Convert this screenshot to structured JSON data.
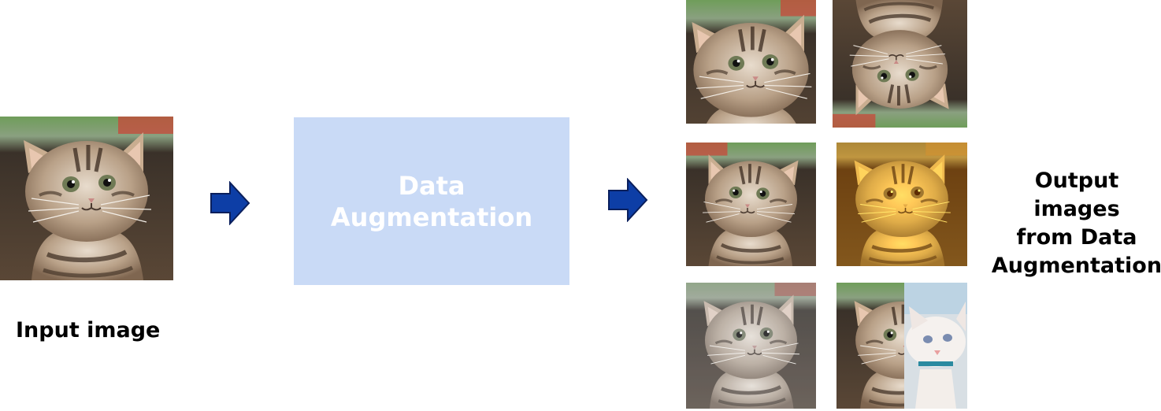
{
  "input": {
    "caption": "Input image"
  },
  "process": {
    "label_line1": "Data",
    "label_line2": "Augmentation",
    "box_color": "#c9daf6"
  },
  "output": {
    "caption_line1": "Output images",
    "caption_line2": "from Data",
    "caption_line3": "Augmentation",
    "variants": [
      {
        "name": "original-crop"
      },
      {
        "name": "rotated-180"
      },
      {
        "name": "horizontally-flipped"
      },
      {
        "name": "color-shifted-orange"
      },
      {
        "name": "desaturated"
      },
      {
        "name": "mixed-with-white-kitten"
      }
    ]
  },
  "colors": {
    "arrow": "#0d3ea6",
    "arrow_outline": "#0a1f5c",
    "kitten_fur": "#b89a7c",
    "background_dark": "#2a2520"
  },
  "icons": {
    "arrow": "right-arrow-icon"
  }
}
